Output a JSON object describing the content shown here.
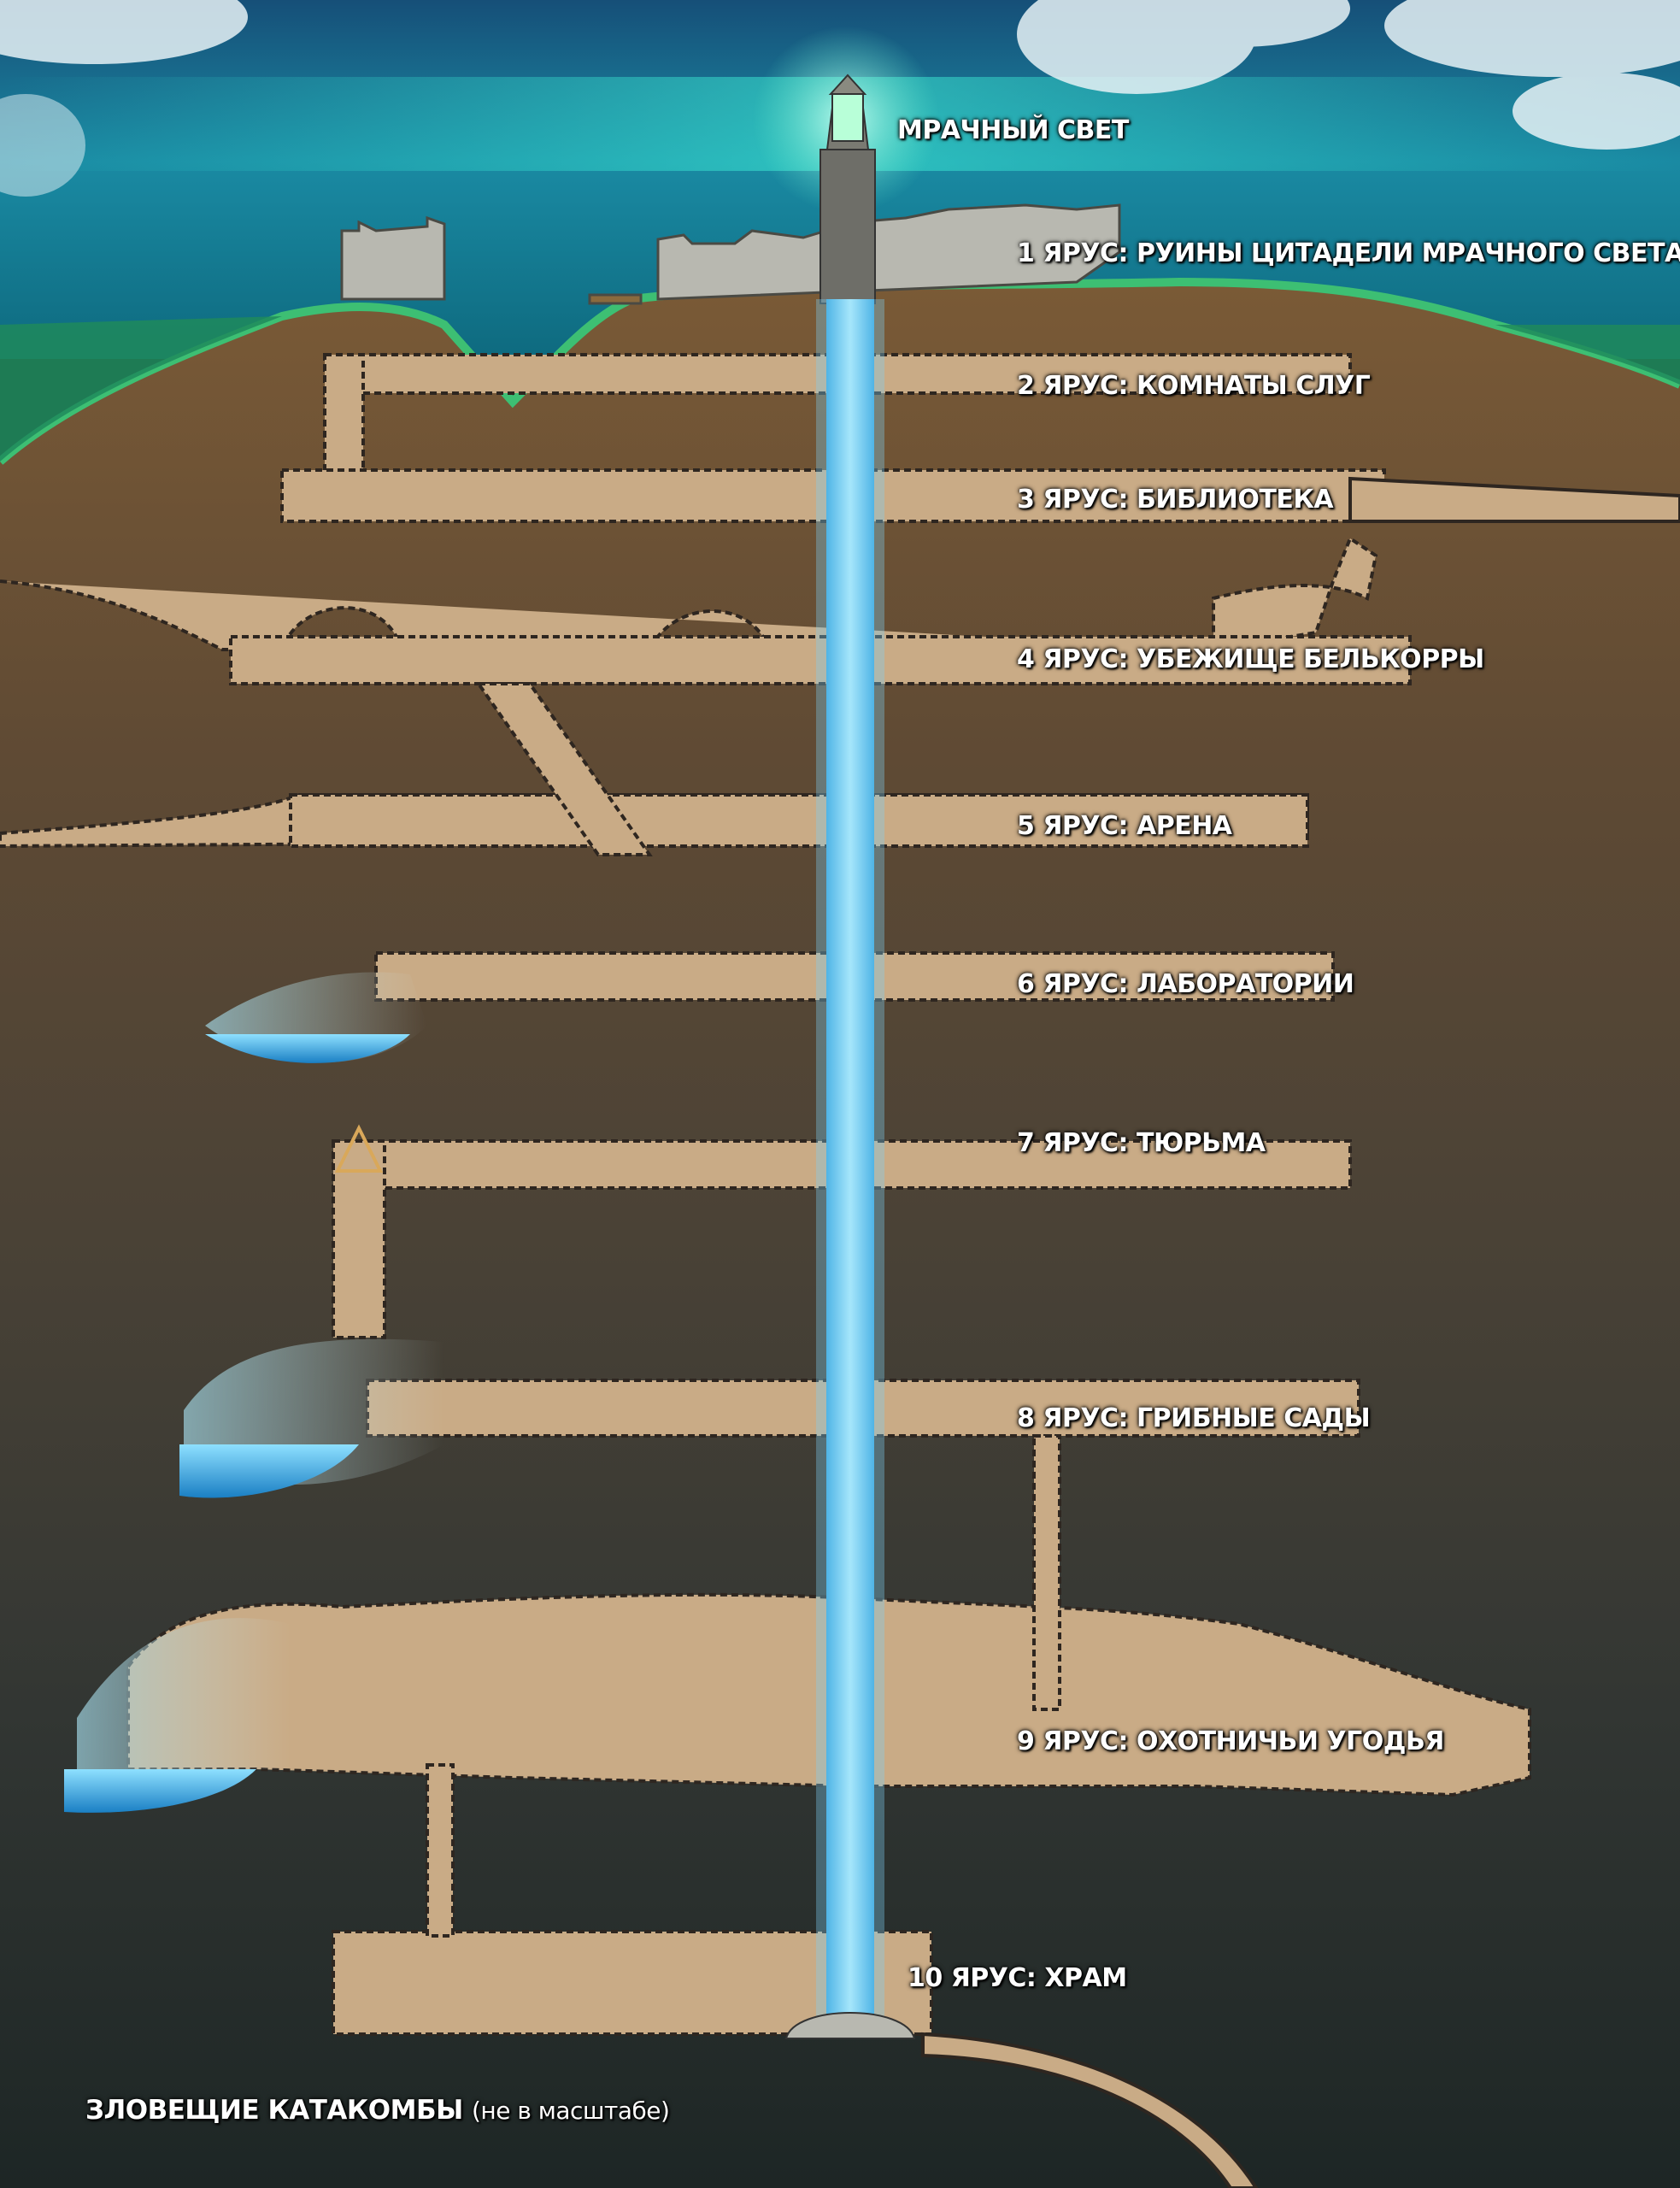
{
  "map": {
    "beacon_label": "МРАЧНЫЙ СВЕТ",
    "tiers": [
      {
        "label": "1 ЯРУС: РУИНЫ ЦИТАДЕЛИ МРАЧНОГО СВЕТА"
      },
      {
        "label": "2 ЯРУС: КОМНАТЫ СЛУГ"
      },
      {
        "label": "3 ЯРУС: БИБЛИОТЕКА"
      },
      {
        "label": "4 ЯРУС: УБЕЖИЩЕ БЕЛЬКОРРЫ"
      },
      {
        "label": "5 ЯРУС: АРЕНА"
      },
      {
        "label": "6 ЯРУС: ЛАБОРАТОРИИ"
      },
      {
        "label": "7 ЯРУС: ТЮРЬМА"
      },
      {
        "label": "8 ЯРУС: ГРИБНЫЕ САДЫ"
      },
      {
        "label": "9 ЯРУС: ОХОТНИЧЬИ УГОДЬЯ"
      },
      {
        "label": "10 ЯРУС: ХРАМ"
      }
    ],
    "caption": {
      "title": "ЗЛОВЕЩИЕ КАТАКОМБЫ",
      "note": "(не в масштабе)"
    }
  },
  "colors": {
    "sky": "#0f6a8a",
    "grass": "#1d8a5a",
    "topsoil": "#8a6a3e",
    "upper_earth": "#6b5035",
    "deep_rock": "#2a2f2e",
    "corridor": "#c9ab86",
    "light_shaft": "#7fd2f5",
    "water": "#2aa8e6"
  }
}
